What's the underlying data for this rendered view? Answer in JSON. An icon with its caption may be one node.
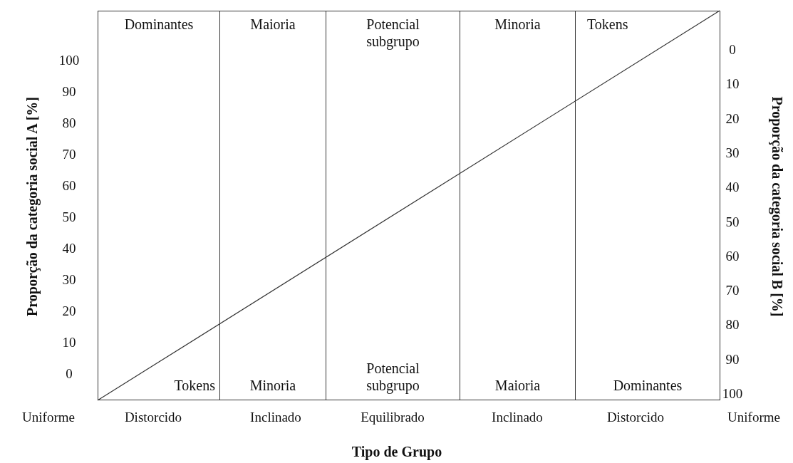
{
  "diagram": {
    "nodes": [
      {
        "text": [
          "Dominantes",
          "Tokens"
        ]
      },
      {
        "text": [
          "Maioria",
          "Minoria"
        ]
      },
      {
        "text": [
          "Potencial subgrupo",
          "Potencial subgrupo"
        ]
      },
      {
        "text": [
          "Minoria",
          "Maioria"
        ]
      },
      {
        "text": [
          "Tokens",
          "Dominantes"
        ]
      }
    ],
    "labels": [
      "Proporção da categoria social A [%]",
      "100",
      "90",
      "80",
      "70",
      "60",
      "50",
      "40",
      "30",
      "20",
      "10",
      "0",
      "Proporção da categoria social B [%]",
      "0",
      "10",
      "20",
      "30",
      "40",
      "50",
      "60",
      "70",
      "80",
      "90",
      "100",
      "Uniforme",
      "Distorcido",
      "Inclinado",
      "Equilibrado",
      "Inclinado",
      "Distorcido",
      "Uniforme",
      "Tipo de Grupo"
    ]
  }
}
